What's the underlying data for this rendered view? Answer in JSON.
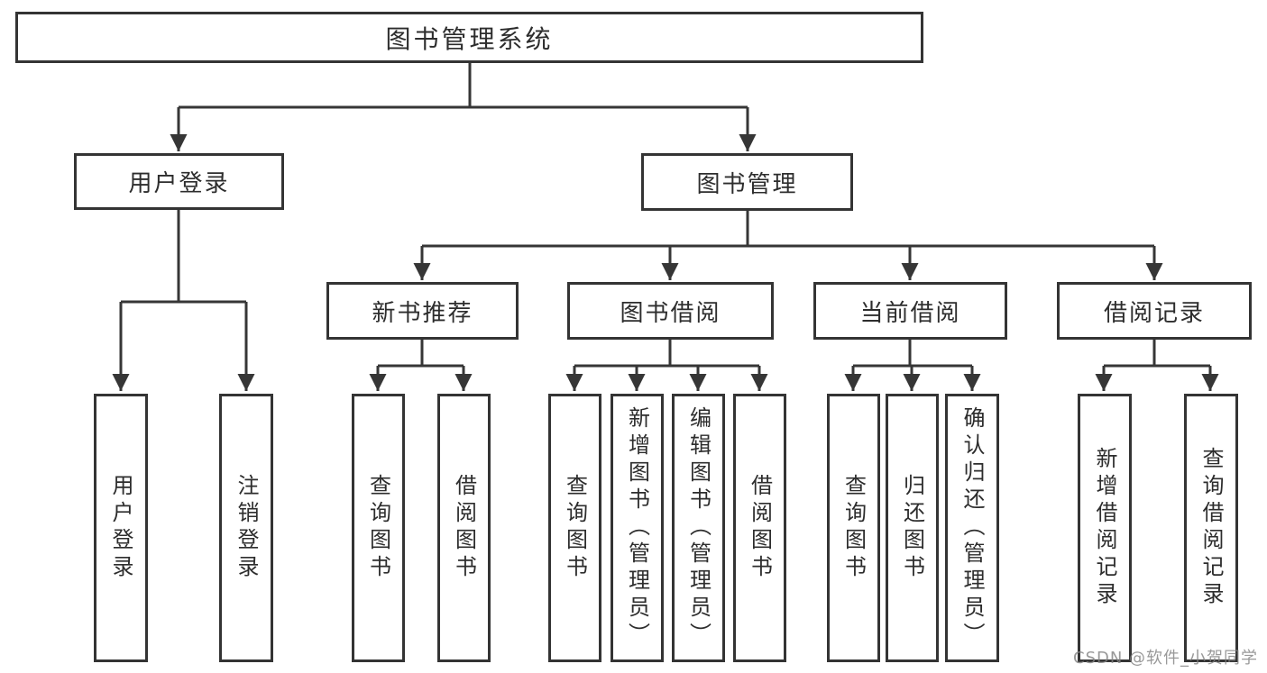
{
  "colors": {
    "background": "#ffffff",
    "line": "#363636",
    "box_border": "#343434",
    "text": "#2d2d2d",
    "watermark": "#828282"
  },
  "tree": {
    "root": {
      "label": "图书管理系统",
      "children": [
        {
          "label": "用户登录",
          "children": [
            {
              "label": "用户登录"
            },
            {
              "label": "注销登录"
            }
          ]
        },
        {
          "label": "图书管理",
          "children": [
            {
              "label": "新书推荐",
              "children": [
                {
                  "label": "查询图书"
                },
                {
                  "label": "借阅图书"
                }
              ]
            },
            {
              "label": "图书借阅",
              "children": [
                {
                  "label": "查询图书"
                },
                {
                  "label": "新增图书（管理员）"
                },
                {
                  "label": "编辑图书（管理员）"
                },
                {
                  "label": "借阅图书"
                }
              ]
            },
            {
              "label": "当前借阅",
              "children": [
                {
                  "label": "查询图书"
                },
                {
                  "label": "归还图书"
                },
                {
                  "label": "确认归还（管理员）"
                }
              ]
            },
            {
              "label": "借阅记录",
              "children": [
                {
                  "label": "新增借阅记录"
                },
                {
                  "label": "查询借阅记录"
                }
              ]
            }
          ]
        }
      ]
    }
  },
  "watermark": {
    "text": "CSDN @软件_小贺同学"
  }
}
